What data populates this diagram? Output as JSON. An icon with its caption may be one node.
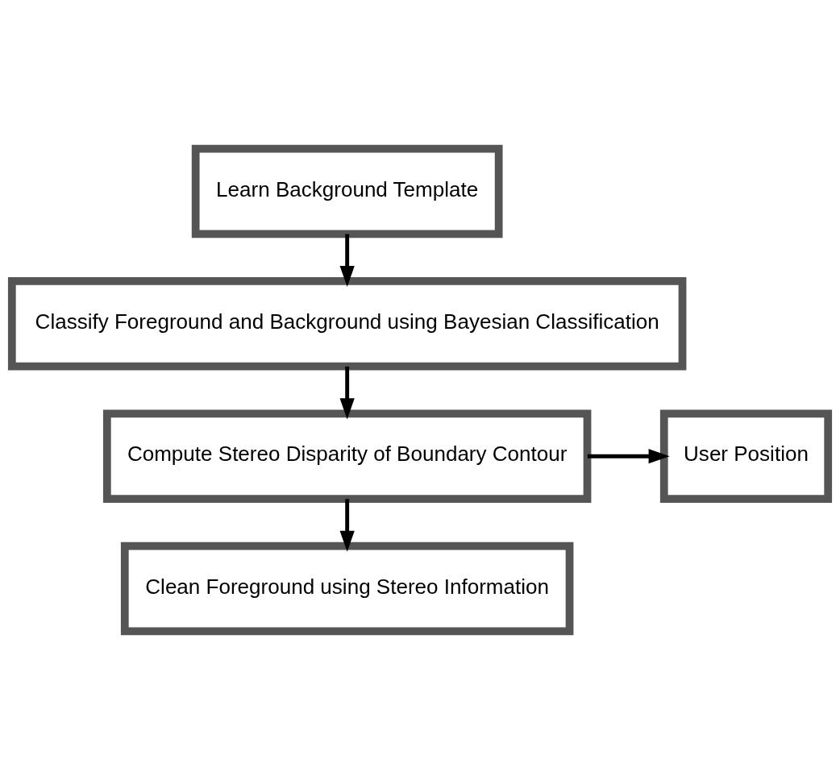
{
  "diagram": {
    "nodes": [
      {
        "text": [
          "Learn Background Template"
        ]
      },
      {
        "text": [
          "Classify Foreground and Background using Bayesian Classification"
        ]
      },
      {
        "text": [
          "Compute Stereo Disparity of Boundary Contour"
        ]
      },
      {
        "text": [
          "User Position"
        ]
      },
      {
        "text": [
          "Clean Foreground using Stereo Information"
        ]
      }
    ],
    "edges": [
      {
        "from": 0,
        "to": 1,
        "arrow": "to"
      },
      {
        "from": 1,
        "to": 2,
        "arrow": "to"
      },
      {
        "from": 2,
        "to": 3,
        "arrow": "to"
      },
      {
        "from": 2,
        "to": 4,
        "arrow": "to"
      }
    ]
  }
}
